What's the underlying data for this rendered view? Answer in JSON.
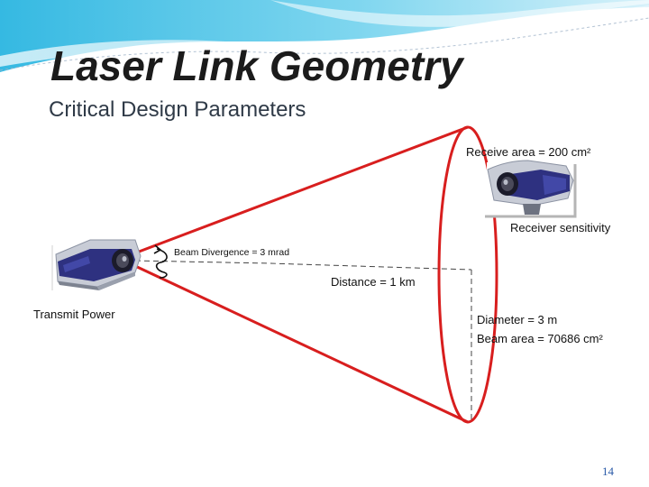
{
  "slide": {
    "title": "Laser Link Geometry",
    "subtitle": "Critical Design Parameters",
    "page_number": "14"
  },
  "labels": {
    "receive_area": "Receive area = 200 cm²",
    "receiver_sensitivity": "Receiver sensitivity",
    "beam_divergence": "Beam Divergence = 3 mrad",
    "distance": "Distance = 1 km",
    "transmit_power": "Transmit Power",
    "diameter": "Diameter = 3 m",
    "beam_area": "Beam area = 70686 cm²"
  },
  "colors": {
    "beam_red": "#d81e1e",
    "dash_gray": "#444444",
    "device_body": "#2e3180",
    "device_silver": "#c8ccd6",
    "wave_blue": "#3fc3e6"
  }
}
